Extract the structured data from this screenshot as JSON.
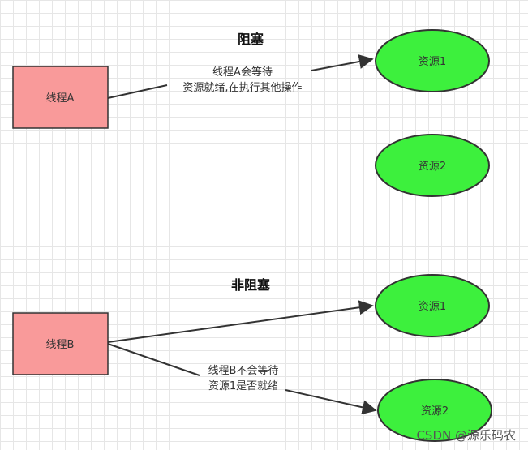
{
  "colors": {
    "rect_fill": "#f99a9a",
    "rect_stroke": "#333333",
    "ellipse_fill": "#3df03d",
    "ellipse_stroke": "#333333",
    "edge": "#333333"
  },
  "blocking": {
    "title": "阻塞",
    "thread": "线程A",
    "edge_label": [
      "线程A会等待",
      "资源就绪,在执行其他操作"
    ],
    "resource1": "资源1",
    "resource2": "资源2"
  },
  "nonblocking": {
    "title": "非阻塞",
    "thread": "线程B",
    "edge_label": [
      "线程B不会等待",
      "资源1是否就绪"
    ],
    "resource1": "资源1",
    "resource2": "资源2"
  },
  "watermark": "CSDN @源乐码农"
}
